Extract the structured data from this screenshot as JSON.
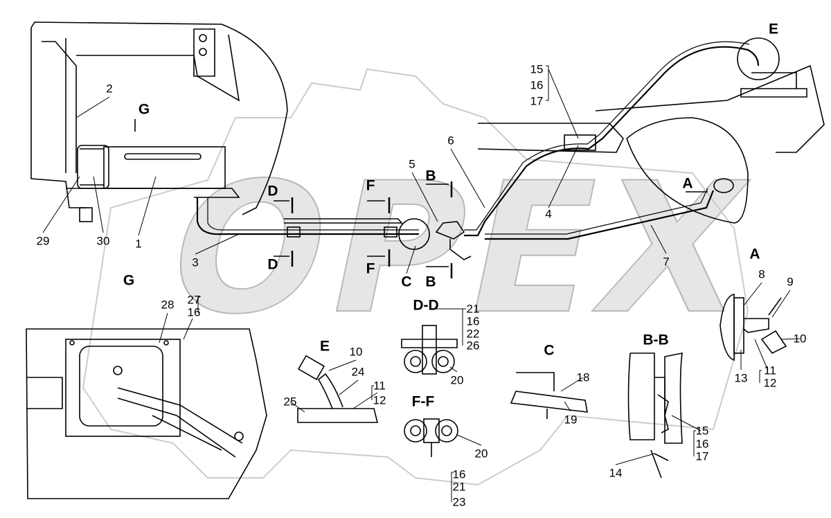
{
  "watermark": "OPEX",
  "labels": [
    "E",
    "15",
    "16",
    "17",
    "2",
    "G",
    "6",
    "5",
    "B",
    "A",
    "D",
    "F",
    "4",
    "29",
    "30",
    "1",
    "3",
    "D",
    "F",
    "7",
    "C",
    "B",
    "A",
    "8",
    "9",
    "10",
    "13",
    "11",
    "12",
    "G",
    "27",
    "16",
    "28",
    "D-D",
    "21",
    "16",
    "22",
    "26",
    "20",
    "B-B",
    "E",
    "10",
    "24",
    "11",
    "12",
    "25",
    "C",
    "18",
    "19",
    "F-F",
    "20",
    "16",
    "21",
    "23",
    "15",
    "16",
    "17",
    "14"
  ],
  "colors": {
    "line": "#000000",
    "watermark": "#c8c8c8",
    "background": "#ffffff"
  }
}
